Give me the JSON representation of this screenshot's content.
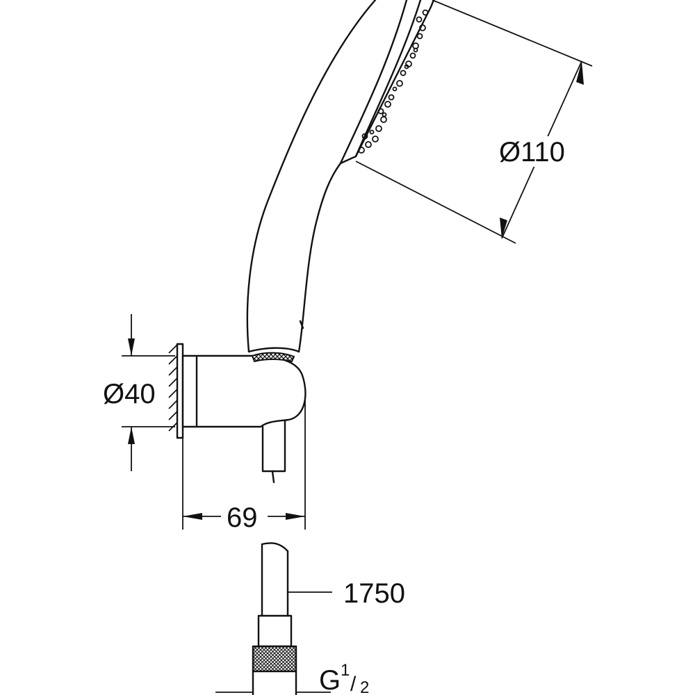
{
  "dimensions": {
    "head_diameter": "Ø110",
    "holder_diameter": "Ø40",
    "holder_depth": "69",
    "hose_length": "1750",
    "thread_letter": "G",
    "thread_num": "1",
    "thread_den": "2"
  },
  "colors": {
    "line": "#111111",
    "background": "#ffffff"
  }
}
